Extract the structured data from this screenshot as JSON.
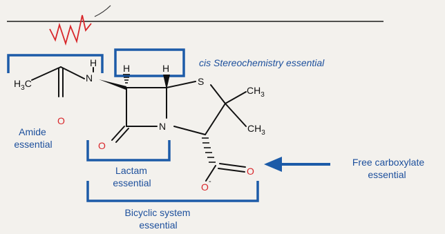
{
  "annotations": {
    "stereo": "cis Stereochemistry essential",
    "amide_1": "Amide",
    "amide_2": "essential",
    "lactam_1": "Lactam",
    "lactam_2": "essential",
    "bicyclic_1": "Bicyclic system",
    "bicyclic_2": "essential",
    "carboxylate_1": "Free carboxylate",
    "carboxylate_2": "essential"
  },
  "atoms": {
    "h3c": "H",
    "h3c_sub": "3",
    "h3c_c": "C",
    "nh_h": "H",
    "nh_n": "N",
    "h_left": "H",
    "h_right": "H",
    "s": "S",
    "ch3_top": "CH",
    "ch3_top_sub": "3",
    "ch3_bottom": "CH",
    "ch3_bottom_sub": "3",
    "n_ring": "N",
    "o_amide": "O",
    "o_lactam": "O",
    "o_carboxyl": "O",
    "o_minus": "O",
    "minus": "-"
  },
  "colors": {
    "bracket": "#1c5ba8",
    "label": "#1c4f9c",
    "oxygen": "#d8262a",
    "bond": "#111111",
    "scribble": "#d8262a"
  }
}
